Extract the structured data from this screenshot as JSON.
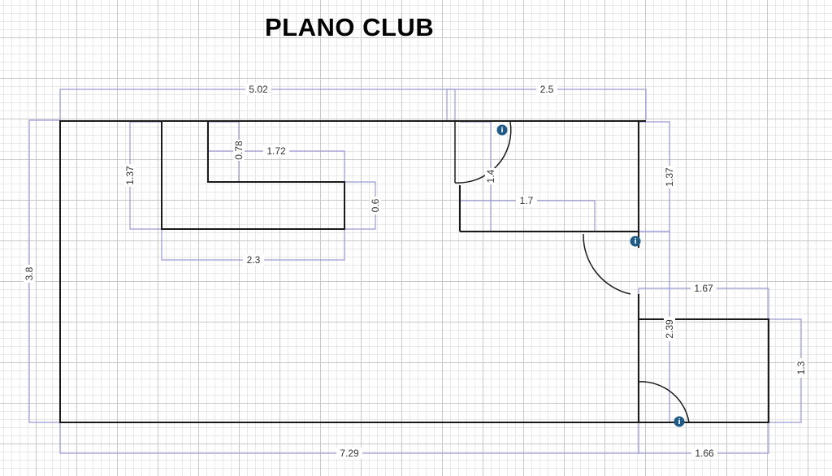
{
  "title": "PLANO CLUB",
  "dimensions": {
    "top_left_width": "5.02",
    "top_right_width": "2.5",
    "left_total_height": "3.8",
    "left_room_height": "1.37",
    "inner_notch_height": "0.78",
    "inner_notch_width": "1.72",
    "inner_block_height": "0.6",
    "inner_block_width": "2.3",
    "door_swing_height": "1.4",
    "corridor_width": "1.7",
    "right_upper_height": "1.37",
    "right_room_width": "1.67",
    "right_middle_height": "2.39",
    "right_room_height": "1.3",
    "bottom_total_width": "7.29",
    "bottom_right_width": "1.66"
  },
  "markers": [
    {
      "name": "info-marker-top",
      "icon": "info-icon",
      "color": "#1f5b86"
    },
    {
      "name": "info-marker-middle",
      "icon": "info-icon",
      "color": "#1f5b86"
    },
    {
      "name": "info-marker-bottom",
      "icon": "info-icon",
      "color": "#1f5b86"
    }
  ],
  "colors": {
    "wall": "#1a1a1a",
    "dimension_line": "#9a9ad8",
    "grid": "#c8c8c8",
    "marker": "#1f5b86"
  }
}
